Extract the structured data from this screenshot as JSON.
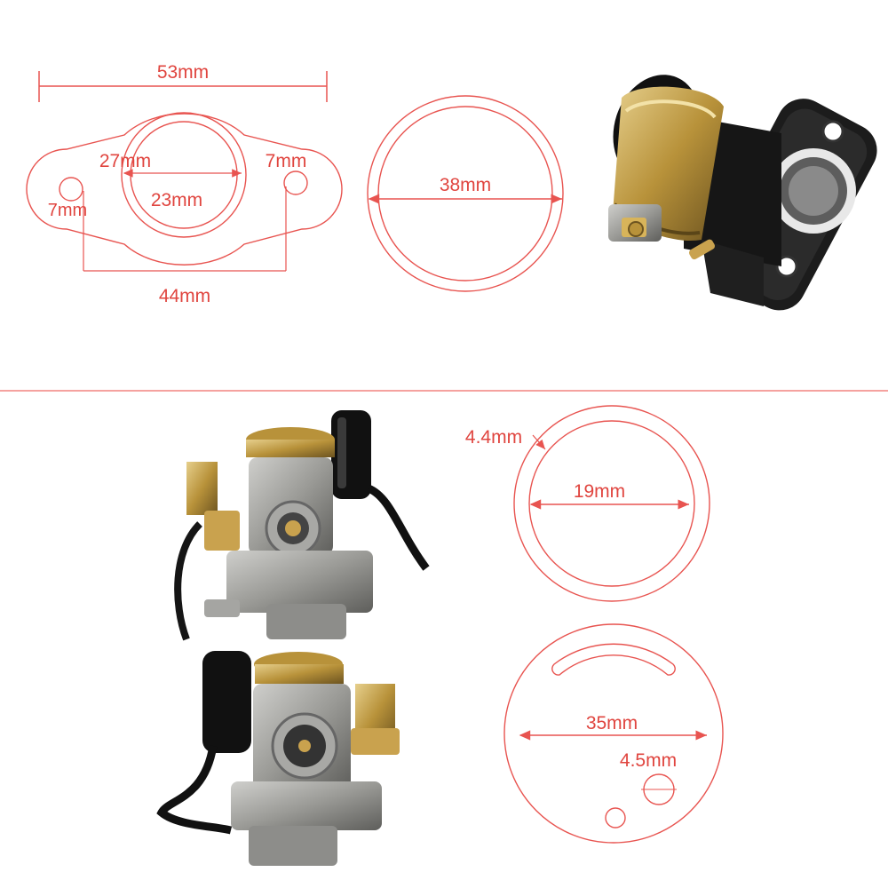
{
  "colors": {
    "line": "#e85450",
    "text": "#e0453f",
    "divider": "#ef6a66",
    "rubber": "#1c1c1c",
    "brass": "#b8923a",
    "metal": "#8d8d8a"
  },
  "gasket": {
    "overall_width": "53mm",
    "outer_bore": "27mm",
    "inner_bore": "23mm",
    "hole_right": "7mm",
    "hole_left": "7mm",
    "hole_spacing": "44mm"
  },
  "ring_large": {
    "diameter": "38mm"
  },
  "ring_small": {
    "thickness": "4.4mm",
    "diameter": "19mm"
  },
  "ring_slotted": {
    "diameter": "35mm",
    "hole": "4.5mm"
  }
}
